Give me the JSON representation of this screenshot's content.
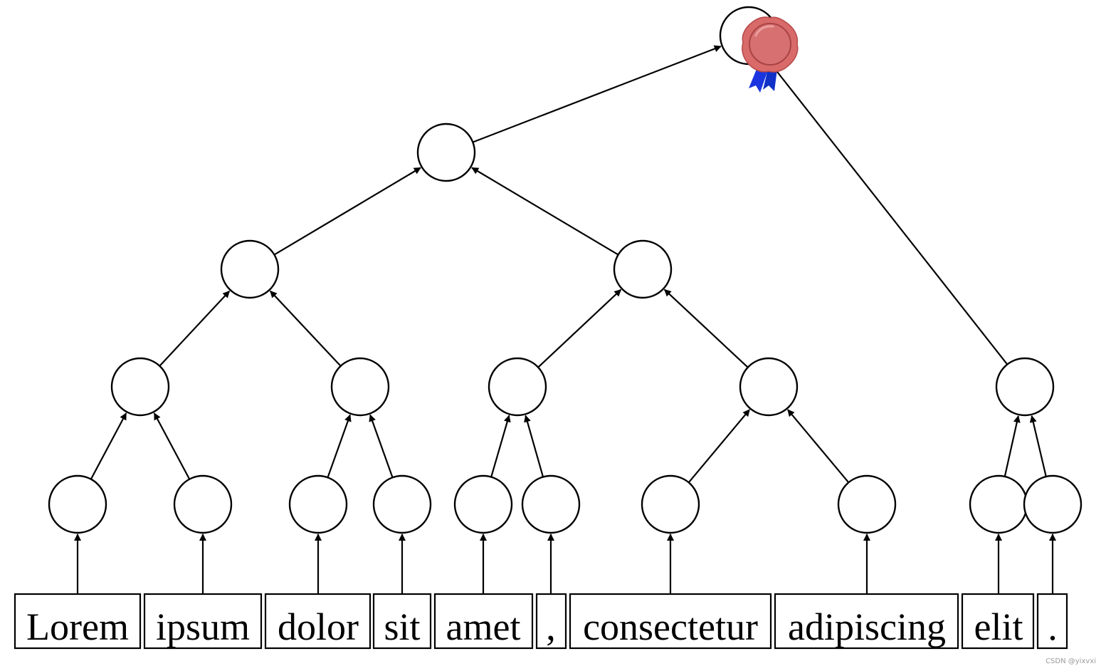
{
  "tokens": [
    "Lorem",
    "ipsum",
    "dolor",
    "sit",
    "amet",
    ",",
    "consectetur",
    "adipiscing",
    "elit",
    "."
  ],
  "nodes": [
    "root",
    "n_left",
    "n_ll",
    "n_lr",
    "n_ll1",
    "n_ll2",
    "n_lr1",
    "n_lr2",
    "n_s1",
    "n_s2",
    "n_s3",
    "n_s4",
    "n_s5",
    "n_s6",
    "n_s7",
    "n_s8",
    "n_r",
    "n_r1",
    "n_r2"
  ],
  "edges": [
    [
      "tok:0",
      "n_s1"
    ],
    [
      "tok:1",
      "n_s2"
    ],
    [
      "tok:2",
      "n_s3"
    ],
    [
      "tok:3",
      "n_s4"
    ],
    [
      "tok:4",
      "n_s5"
    ],
    [
      "tok:5",
      "n_s6"
    ],
    [
      "tok:6",
      "n_s7"
    ],
    [
      "tok:7",
      "n_s8"
    ],
    [
      "tok:8",
      "n_r1"
    ],
    [
      "tok:9",
      "n_r2"
    ],
    [
      "n_s1",
      "n_ll1"
    ],
    [
      "n_s2",
      "n_ll1"
    ],
    [
      "n_s3",
      "n_ll2"
    ],
    [
      "n_s4",
      "n_ll2"
    ],
    [
      "n_s5",
      "n_lr1"
    ],
    [
      "n_s6",
      "n_lr1"
    ],
    [
      "n_s7",
      "n_lr2"
    ],
    [
      "n_s8",
      "n_lr2"
    ],
    [
      "n_r1",
      "n_r"
    ],
    [
      "n_r2",
      "n_r"
    ],
    [
      "n_ll1",
      "n_ll"
    ],
    [
      "n_ll2",
      "n_ll"
    ],
    [
      "n_lr1",
      "n_lr"
    ],
    [
      "n_lr2",
      "n_lr"
    ],
    [
      "n_ll",
      "n_left"
    ],
    [
      "n_lr",
      "n_left"
    ],
    [
      "n_left",
      "root"
    ],
    [
      "n_r",
      "root"
    ]
  ],
  "no_arrow_edges": [
    [
      "n_r",
      "root"
    ]
  ],
  "seal": {
    "icon": "wax-seal-icon",
    "wax_color": "#d96a6a",
    "ribbon_color": "#1a35e0"
  },
  "watermark": "CSDN @yixvxi"
}
